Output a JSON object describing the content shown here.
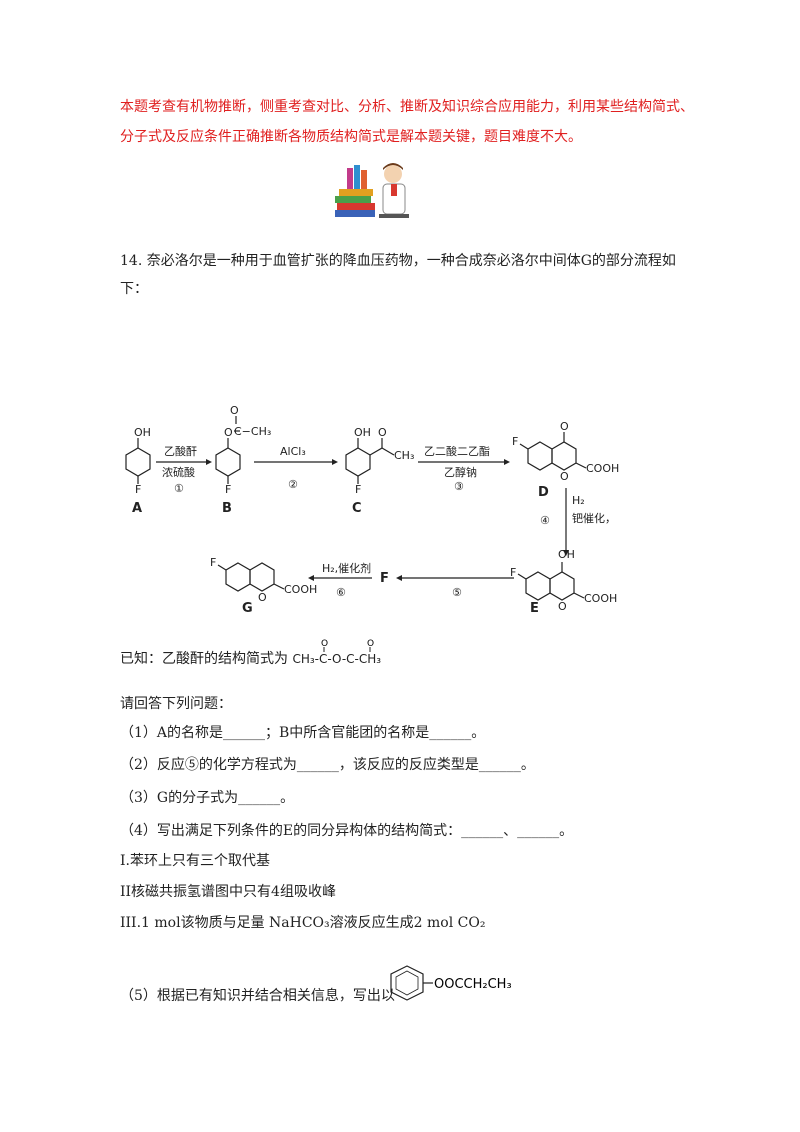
{
  "comment": "本题考查有机物推断，侧重考查对比、分析、推断及知识综合应用能力，利用某些结构简式、分子式及反应条件正确推断各物质结构简式是解本题关键，题目难度不大。",
  "question": {
    "text": "14. 奈必洛尔是一种用于血管扩张的降血压药物，一种合成奈必洛尔中间体G的部分流程如下："
  },
  "scheme": {
    "labels": {
      "A": "A",
      "B": "B",
      "C": "C",
      "D": "D",
      "E": "E",
      "F": "F",
      "G": "G"
    },
    "steps": {
      "s1_top": "乙酸酐",
      "s1_bot": "浓硫酸",
      "s1_num": "①",
      "s2_top": "AlCl₃",
      "s2_num": "②",
      "s3_top": "乙二酸二乙酯",
      "s3_bot": "乙醇钠",
      "s3_num": "③",
      "s4_top": "H₂",
      "s4_bot": "钯催化，",
      "s4_num": "④",
      "s5_num": "⑤",
      "s6_top": "H₂,催化剂",
      "s6_num": "⑥"
    },
    "atoms": {
      "oh": "OH",
      "f": "F",
      "o": "O",
      "cooh": "COOH",
      "ch3": "CH₃",
      "c_ch3": "C−CH₃"
    }
  },
  "known": {
    "prefix": "已知：乙酸酐的结构简式为",
    "formula": "CH₃-C-O-C-CH₃"
  },
  "prompt": "请回答下列问题：",
  "q1": "（1）A的名称是______；B中所含官能团的名称是______。",
  "q2": "（2）反应⑤的化学方程式为______，该反应的反应类型是______。",
  "q3": "（3）G的分子式为______。",
  "q4": "（4）写出满足下列条件的E的同分异构体的结构简式：______、______。",
  "c1": "I.苯环上只有三个取代基",
  "c2": "II核磁共振氢谱图中只有4组吸收峰",
  "c3": "III.1 mol该物质与足量 NaHCO₃溶液反应生成2 mol CO₂",
  "q5": "（5）根据已有知识并结合相关信息，写出以",
  "q5_struct": "OOCCH₂CH₃"
}
